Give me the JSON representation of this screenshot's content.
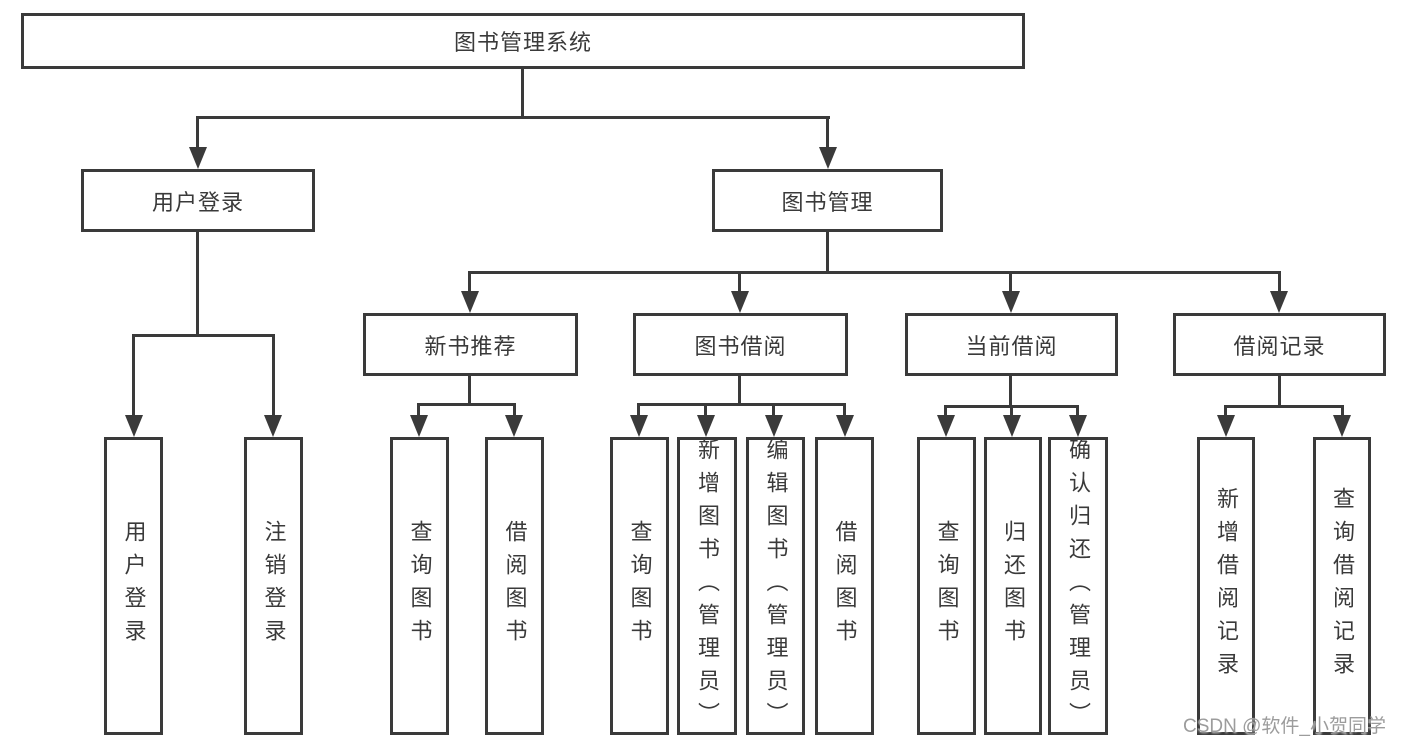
{
  "diagram": {
    "root": {
      "label": "图书管理系统"
    },
    "level2": [
      "用户登录",
      "图书管理"
    ],
    "level3": [
      "新书推荐",
      "图书借阅",
      "当前借阅",
      "借阅记录"
    ],
    "leaves": {
      "user_login": [
        "用户登录",
        "注销登录"
      ],
      "new_book_recommend": [
        "查询图书",
        "借阅图书"
      ],
      "book_borrowing": [
        "查询图书",
        "新增图书（管理员）",
        "编辑图书（管理员）",
        "借阅图书"
      ],
      "current_borrowing": [
        "查询图书",
        "归还图书",
        "确认归还（管理员）"
      ],
      "borrowing_records": [
        "新增借阅记录",
        "查询借阅记录"
      ]
    },
    "watermark": "CSDN @软件_小贺同学",
    "colors": {
      "line": "#3a3a3a",
      "text": "#3a3a3a",
      "background": "#ffffff",
      "watermark": "#9c9c9c"
    }
  }
}
